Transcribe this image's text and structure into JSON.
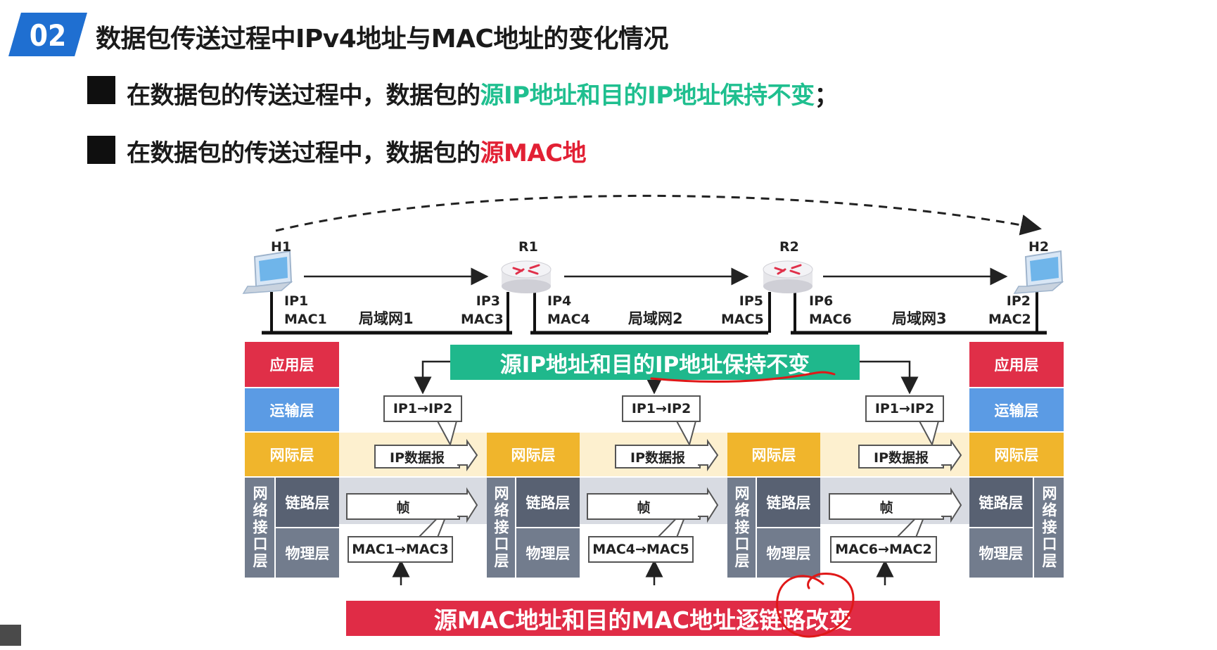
{
  "header": {
    "badge": "02",
    "title": "数据包传送过程中IPv4地址与MAC地址的变化情况"
  },
  "bullets": [
    {
      "prefix": "在数据包的传送过程中，数据包的",
      "highlight": "源IP地址和目的IP地址保持不变",
      "suffix": "；",
      "highlight_color": "#1fbf8f"
    },
    {
      "prefix": "在数据包的传送过程中，数据包的",
      "highlight": "源MAC地",
      "suffix": "",
      "highlight_color": "#e22034"
    }
  ],
  "network": {
    "nodes": [
      {
        "label": "H1",
        "icon": "laptop-icon"
      },
      {
        "label": "R1",
        "icon": "router-icon"
      },
      {
        "label": "R2",
        "icon": "router-icon"
      },
      {
        "label": "H2",
        "icon": "laptop-icon"
      }
    ],
    "segments": [
      {
        "lan": "局域网1",
        "left_ip": "IP1",
        "left_mac": "MAC1",
        "right_ip": "IP3",
        "right_mac": "MAC3"
      },
      {
        "lan": "局域网2",
        "left_ip": "IP4",
        "left_mac": "MAC4",
        "right_ip": "IP5",
        "right_mac": "MAC5"
      },
      {
        "lan": "局域网3",
        "left_ip": "IP6",
        "left_mac": "MAC6",
        "right_ip": "IP2",
        "right_mac": "MAC2"
      }
    ]
  },
  "layers": {
    "app": "应用层",
    "transport": "运输层",
    "network": "网际层",
    "link": "链路层",
    "physical": "物理层",
    "netif": "网络接口层"
  },
  "banners": {
    "ip_unchanged": "源IP地址和目的IP地址保持不变",
    "mac_changed": "源MAC地址和目的MAC地址逐链路改变"
  },
  "hops": [
    {
      "ip": "IP1→IP2",
      "datagram": "IP数据报",
      "frame": "帧",
      "mac": "MAC1→MAC3"
    },
    {
      "ip": "IP1→IP2",
      "datagram": "IP数据报",
      "frame": "帧",
      "mac": "MAC4→MAC5"
    },
    {
      "ip": "IP1→IP2",
      "datagram": "IP数据报",
      "frame": "帧",
      "mac": "MAC6→MAC2"
    }
  ],
  "colors": {
    "accent_blue": "#1f6fd1",
    "green": "#1fbf8f",
    "red": "#e22034",
    "app_layer": "#e02f48",
    "transport_layer": "#5b9be4",
    "network_layer": "#f0b52c"
  }
}
